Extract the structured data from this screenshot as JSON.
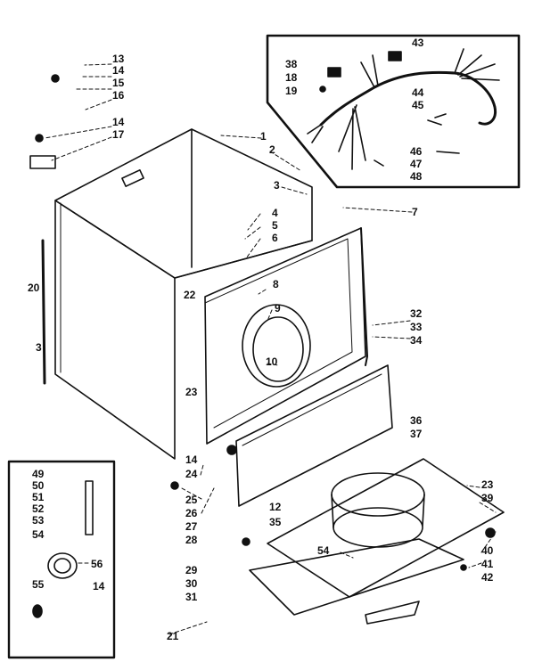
{
  "diagram": {
    "labels": {
      "p1": "1",
      "p2": "2",
      "p3a": "3",
      "p3b": "3",
      "p4": "4",
      "p5": "5",
      "p6": "6",
      "p7": "7",
      "p8": "8",
      "p9": "9",
      "p10": "10",
      "p12": "12",
      "p13": "13",
      "p14a": "14",
      "p14b": "14",
      "p14c": "14",
      "p14d": "14",
      "p15": "15",
      "p16": "16",
      "p17": "17",
      "p18": "18",
      "p19": "19",
      "p20": "20",
      "p21": "21",
      "p22": "22",
      "p23a": "23",
      "p23b": "23",
      "p24": "24",
      "p25": "25",
      "p26": "26",
      "p27": "27",
      "p28": "28",
      "p29": "29",
      "p30": "30",
      "p31": "31",
      "p32": "32",
      "p33": "33",
      "p34": "34",
      "p35": "35",
      "p36": "36",
      "p37": "37",
      "p38": "38",
      "p39": "39",
      "p40": "40",
      "p41": "41",
      "p42": "42",
      "p43": "43",
      "p44": "44",
      "p45": "45",
      "p46": "46",
      "p47": "47",
      "p48": "48",
      "p49": "49",
      "p50": "50",
      "p51": "51",
      "p52": "52",
      "p53": "53",
      "p54a": "54",
      "p54b": "54",
      "p55": "55",
      "p56": "56"
    },
    "colors": {
      "ink": "#111111",
      "background": "#ffffff"
    }
  }
}
